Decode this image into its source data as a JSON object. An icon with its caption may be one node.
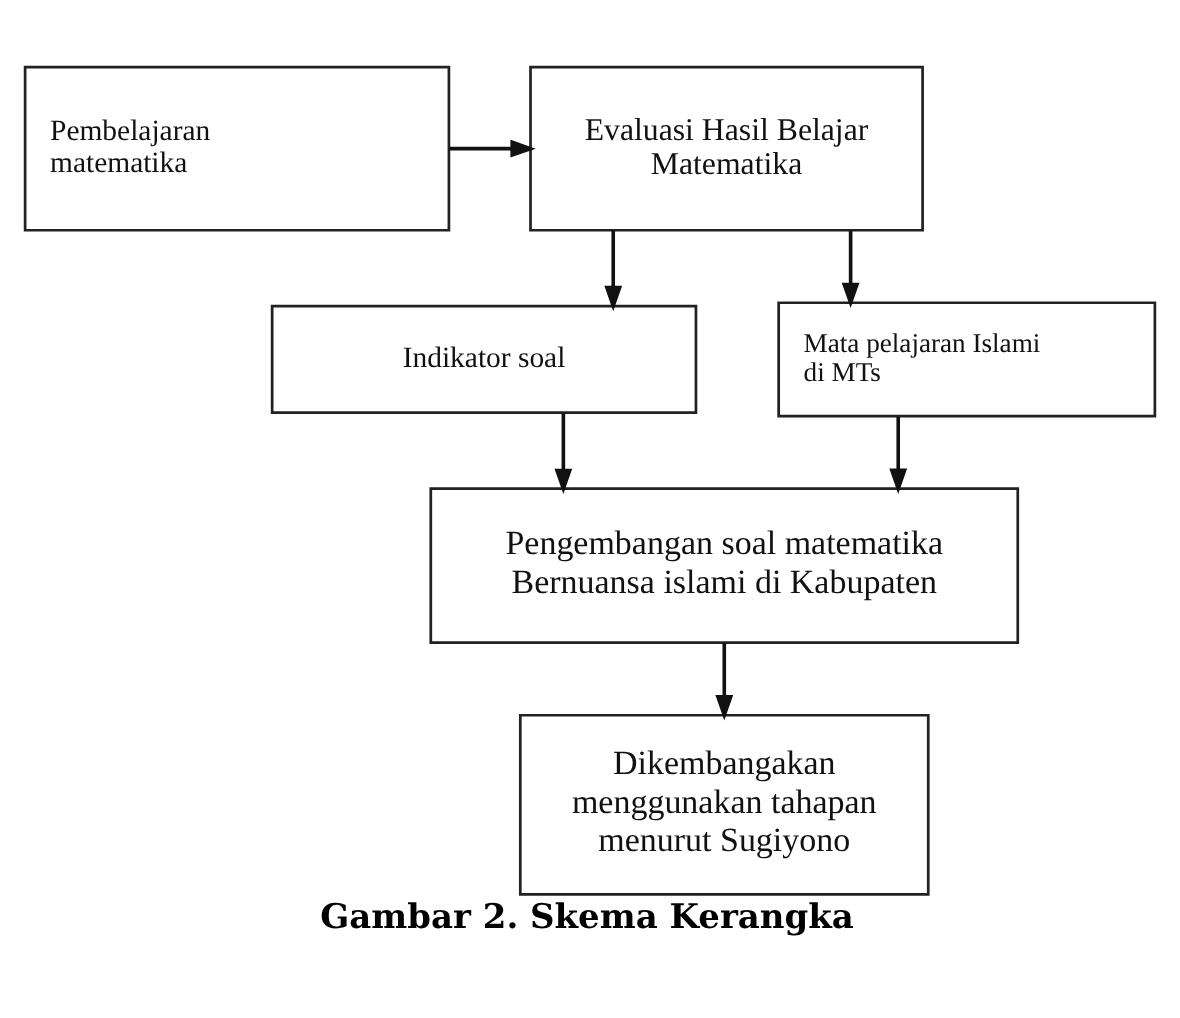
{
  "diagram": {
    "caption": "Gambar 2. Skema Kerangka",
    "nodes": [
      {
        "text": [
          "Pembelajaran matematika"
        ]
      },
      {
        "text": [
          "Evaluasi Hasil Belajar Matematika"
        ]
      },
      {
        "text": [
          "Indikator soal"
        ]
      },
      {
        "text": [
          "Mata pelajaran Islami di MTs"
        ]
      },
      {
        "text": [
          "Pengembangan soal matematika Bernuansa islami di Kabupaten"
        ]
      },
      {
        "text": [
          "Dikembangakan menggunakan tahapan menurut Sugiyono"
        ]
      }
    ],
    "edges": [
      {
        "from": 0,
        "to": 1,
        "arrow": "to"
      },
      {
        "from": 1,
        "to": 2,
        "arrow": "to"
      },
      {
        "from": 1,
        "to": 3,
        "arrow": "to"
      },
      {
        "from": 2,
        "to": 4,
        "arrow": "to"
      },
      {
        "from": 3,
        "to": 4,
        "arrow": "to"
      },
      {
        "from": 4,
        "to": 5,
        "arrow": "to"
      }
    ]
  }
}
